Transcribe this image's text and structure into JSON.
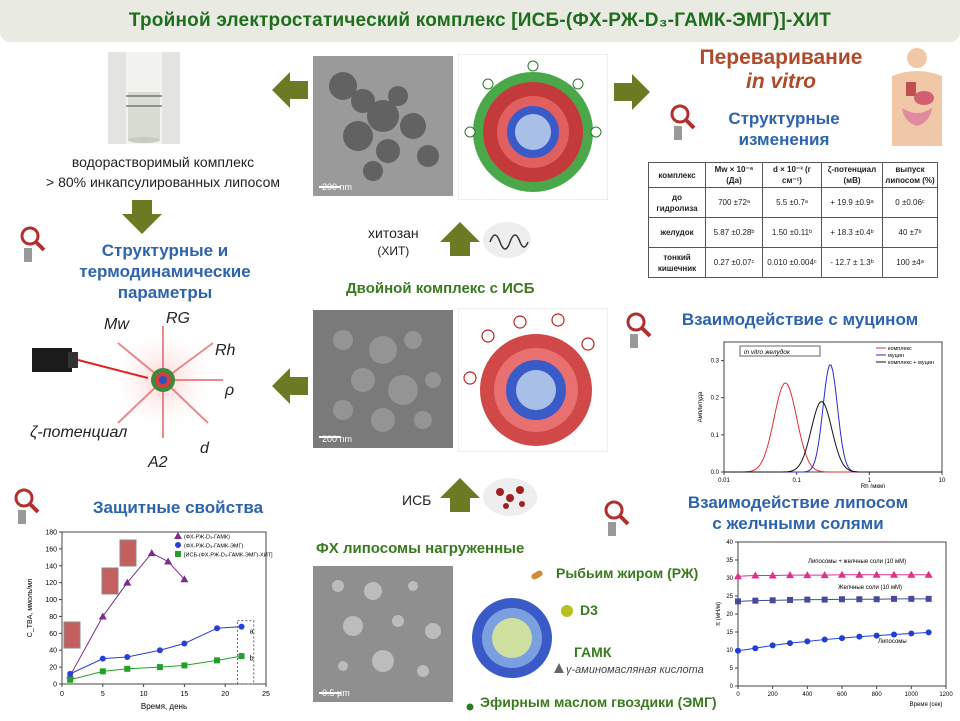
{
  "title": "Тройной электростатический комплекс [ИСБ-(ФХ-РЖ-D₃-ГАМК-ЭМГ)]-ХИТ",
  "digestion": {
    "line1": "Переваривание",
    "line2": "in vitro"
  },
  "top_left": {
    "line1": "водорастворимый комплекс",
    "line2": "> 80% инкапсулированных липосом"
  },
  "struct_changes": {
    "line1": "Структурные",
    "line2": "изменения"
  },
  "thermo": {
    "line1": "Структурные и",
    "line2": "термодинамические",
    "line3": "параметры"
  },
  "params": {
    "mw": "Mw",
    "rg": "RG",
    "rh": "Rh",
    "rho": "ρ",
    "zeta": "ζ-потенциал",
    "d": "d",
    "a2": "A2"
  },
  "chitosan": {
    "line1": "хитозан",
    "line2": "(ХИТ)"
  },
  "double_complex": "Двойной комплекс с ИСБ",
  "isb_label": "ИСБ",
  "liposomes_title": "ФХ липосомы нагруженные",
  "loads": {
    "fish_oil": "Рыбьим жиром (РЖ)",
    "d3": "D3",
    "gaba": "ГАМК",
    "gaba_sub": "γ-аминомасляная кислота",
    "clove": "Эфирным маслом гвоздики (ЭМГ)"
  },
  "scale": {
    "a": "200 nm",
    "b": "200 nm",
    "c": "0.5 μm"
  },
  "protective_title": "Защитные свойства",
  "mucin_title": "Взаимодействие с муцином",
  "bile_title": {
    "line1": "Взаимодействие липосом",
    "line2": "с желчными солями"
  },
  "table": {
    "headers": [
      "комплекс",
      "Mw × 10⁻⁶ (Да)",
      "d × 10⁻³ (г см⁻¹)",
      "ζ-потенциал (мВ)",
      "выпуск липосом (%)"
    ],
    "rows": [
      [
        "до гидролиза",
        "700 ±72ᵃ",
        "5.5 ±0.7ᵃ",
        "+ 19.9 ±0.9ᵃ",
        "0 ±0.06ᶜ"
      ],
      [
        "желудок",
        "5.87 ±0.28ᵇ",
        "1.50 ±0.11ᵇ",
        "+ 18.3 ±0.4ᵇ",
        "40 ±7ᵇ"
      ],
      [
        "тонкий кишечник",
        "0.27 ±0.07ᶜ",
        "0.010 ±0.004ᶜ",
        "- 12.7 ± 1.3ᵇ",
        "100 ±4ᵃ"
      ]
    ]
  },
  "chart_data": [
    {
      "type": "scatter",
      "title": "",
      "xlabel": "Время, день",
      "ylabel": "C_TBA, ммоль/мл",
      "xlim": [
        0,
        25
      ],
      "ylim": [
        0,
        180
      ],
      "xticks": [
        0,
        5,
        10,
        15,
        20,
        25
      ],
      "yticks": [
        0,
        20,
        40,
        60,
        80,
        100,
        120,
        140,
        160,
        180
      ],
      "series": [
        {
          "name": "(ФХ-РЖ-D₃-ГАМК)",
          "color": "#7a2e8a",
          "marker": "triangle",
          "x": [
            1,
            5,
            8,
            11,
            13,
            15
          ],
          "y": [
            10,
            80,
            120,
            155,
            145,
            124
          ]
        },
        {
          "name": "(ФХ-РЖ-D₃-ГАМК-ЭМГ)",
          "color": "#2a3fd6",
          "marker": "circle",
          "x": [
            1,
            5,
            8,
            12,
            15,
            19,
            22
          ],
          "y": [
            12,
            30,
            32,
            40,
            48,
            66,
            68
          ]
        },
        {
          "name": "[ИСБ-(ФХ-РЖ-D₃-ГАМК-ЭМГ)-ХИТ]",
          "color": "#22a02a",
          "marker": "square",
          "x": [
            1,
            5,
            8,
            12,
            15,
            19,
            22
          ],
          "y": [
            5,
            15,
            18,
            20,
            22,
            28,
            33
          ]
        }
      ],
      "annotations": [
        "a",
        "b"
      ]
    },
    {
      "type": "line",
      "title": "",
      "annotation": "in vitro желудок",
      "xlabel": "Rh (мкм)",
      "ylabel": "Амплитуда",
      "xscale": "log",
      "xlim": [
        0.01,
        10
      ],
      "ylim": [
        0,
        0.35
      ],
      "xticks": [
        0.01,
        0.1,
        1,
        10
      ],
      "yticks": [
        0.0,
        0.1,
        0.2,
        0.3
      ],
      "series": [
        {
          "name": "комплекс",
          "color": "#e03030",
          "peak_x": 0.07,
          "peak_y": 0.24,
          "width": 0.22
        },
        {
          "name": "муцин",
          "color": "#2a2ad0",
          "peak_x": 0.29,
          "peak_y": 0.29,
          "width": 0.14
        },
        {
          "name": "комплекс + муцин",
          "color": "#111111",
          "peak_x": 0.22,
          "peak_y": 0.19,
          "width": 0.2
        }
      ]
    },
    {
      "type": "line",
      "title": "",
      "xlabel": "Время (сек)",
      "ylabel": "π (мН/м)",
      "xlim": [
        0,
        1200
      ],
      "ylim": [
        0,
        40
      ],
      "xticks": [
        0,
        200,
        400,
        600,
        800,
        1000,
        1200
      ],
      "yticks": [
        0,
        5,
        10,
        15,
        20,
        25,
        30,
        35,
        40
      ],
      "series": [
        {
          "name": "Липосомы + желчные соли (10 мМ)",
          "color": "#e0308c",
          "marker": "triangle",
          "x": [
            0,
            100,
            200,
            300,
            400,
            500,
            600,
            700,
            800,
            900,
            1000,
            1100
          ],
          "y": [
            30.5,
            30.7,
            30.7,
            30.8,
            30.8,
            30.8,
            30.9,
            30.9,
            30.9,
            30.9,
            30.9,
            30.9
          ]
        },
        {
          "name": "Желчные соли (10 мМ)",
          "color": "#4a4a9a",
          "marker": "square",
          "x": [
            0,
            100,
            200,
            300,
            400,
            500,
            600,
            700,
            800,
            900,
            1000,
            1100
          ],
          "y": [
            23.5,
            23.7,
            23.8,
            23.9,
            24.0,
            24.0,
            24.1,
            24.1,
            24.1,
            24.2,
            24.2,
            24.2
          ]
        },
        {
          "name": "Липосомы",
          "color": "#1f3fd6",
          "marker": "circle",
          "x": [
            0,
            100,
            200,
            300,
            400,
            500,
            600,
            700,
            800,
            900,
            1000,
            1100
          ],
          "y": [
            9.8,
            10.5,
            11.3,
            11.9,
            12.4,
            12.9,
            13.3,
            13.7,
            14.0,
            14.3,
            14.6,
            14.9
          ]
        }
      ]
    }
  ]
}
